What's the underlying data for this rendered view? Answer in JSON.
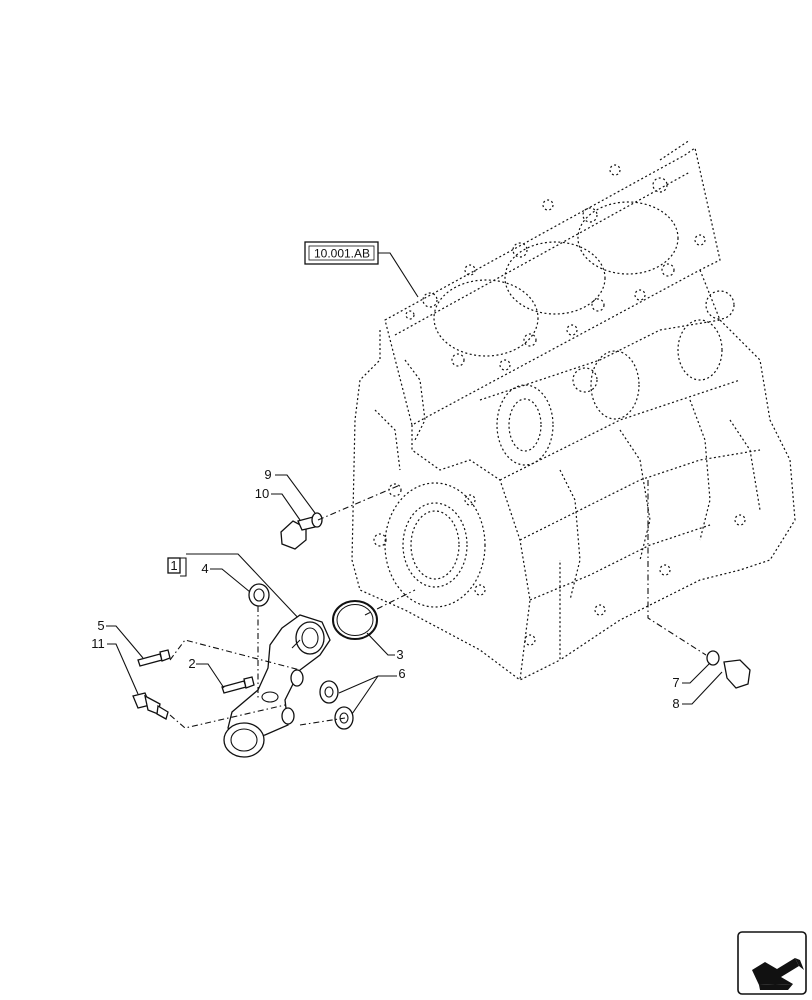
{
  "reference_box": "10.001.AB",
  "assembly_box": "1",
  "callouts": {
    "c2": "2",
    "c3": "3",
    "c4": "4",
    "c5": "5",
    "c6": "6",
    "c7": "7",
    "c8": "8",
    "c9": "9",
    "c10": "10",
    "c11": "11"
  },
  "colors": {
    "line": "#111111",
    "background": "#ffffff"
  },
  "icons": {
    "nav": "arrow-navigation-icon"
  }
}
